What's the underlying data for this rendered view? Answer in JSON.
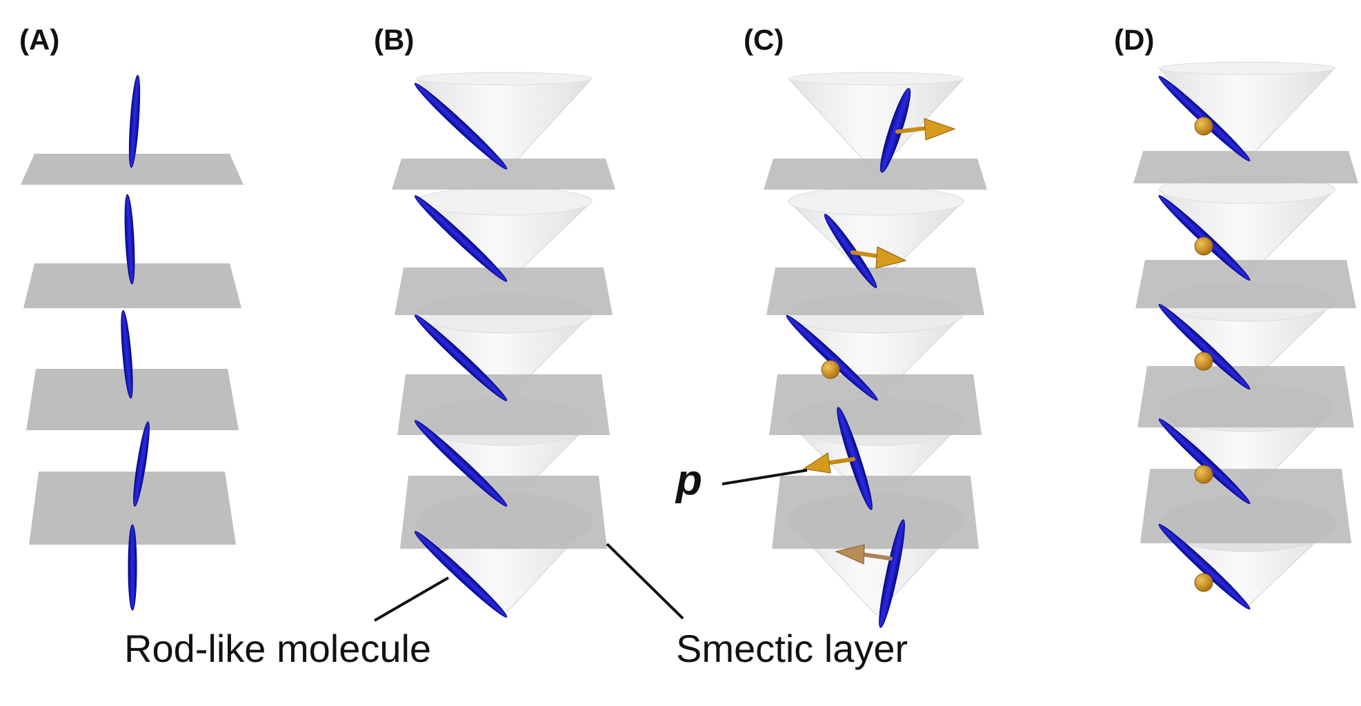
{
  "panels": [
    {
      "label": "(A)",
      "description": "smectic layers with upright rods"
    },
    {
      "label": "(B)",
      "description": "tilted rods on precession cones"
    },
    {
      "label": "(C)",
      "description": "tilted rods with polarization arrows"
    },
    {
      "label": "(D)",
      "description": "tilted rods with polar groups"
    }
  ],
  "callouts": {
    "rod": "Rod-like molecule",
    "layer": "Smectic layer",
    "polarization": "p"
  },
  "colors": {
    "rod": "#1010b8",
    "rod_edge": "#000080",
    "layer": "#b7b7b7",
    "cone": "#e9e9e9",
    "cone_edge": "#d2d2d2",
    "polarization": "#d79a1a",
    "polarization_dark": "#8a5c0a",
    "line": "#111111"
  }
}
